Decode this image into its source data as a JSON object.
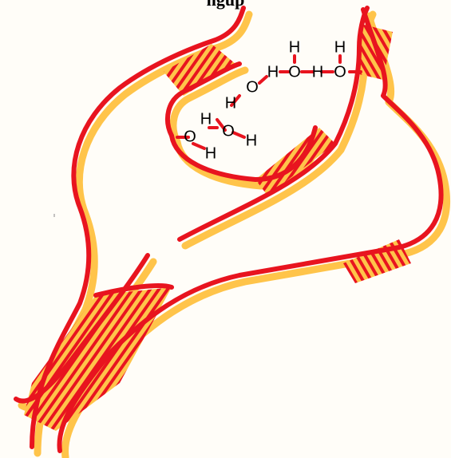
{
  "title": "ngup",
  "colors": {
    "strand": "#e8141f",
    "shadow": "#ffc44a",
    "rung": "#ffc44a",
    "bond": "#e8141f",
    "background": "#fffdf8"
  },
  "molecules": [
    {
      "atoms": [
        "H",
        "O",
        "H"
      ]
    },
    {
      "atoms": [
        "H",
        "O",
        "H"
      ]
    },
    {
      "atoms": [
        "O",
        "H"
      ]
    },
    {
      "atoms": [
        "H",
        "O",
        "H"
      ]
    },
    {
      "atoms": [
        "H",
        "O"
      ]
    }
  ]
}
